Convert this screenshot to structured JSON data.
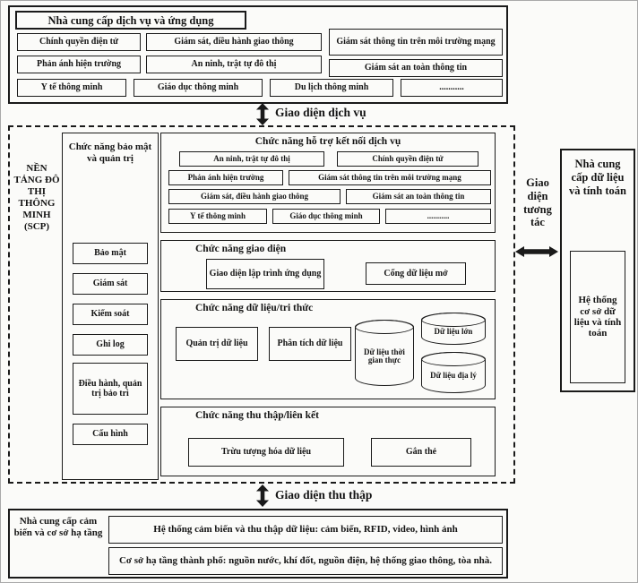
{
  "providers": {
    "title": "Nhà cung cấp dịch vụ và ứng dụng",
    "items": {
      "r1c1": "Chính quyền điện tử",
      "r1c2": "Giám sát, điều hành giao thông",
      "r1c3": "Giám sát thông tin trên môi trường mạng",
      "r2c1": "Phản ánh hiện trường",
      "r2c2": "An ninh, trật tự đô thị",
      "r2c3": "Giám sát an toàn thông tin",
      "r3c1": "Y tế thông minh",
      "r3c2": "Giáo dục thông minh",
      "r3c3": "Du lịch thông minh",
      "r3c4": "..........."
    }
  },
  "interfaces": {
    "service": "Giao diện dịch vụ",
    "interaction": "Giao diện tương tác",
    "collection": "Giao diện thu thập"
  },
  "platform": {
    "name": "NỀN TẢNG ĐÔ THỊ THÔNG MINH (SCP)",
    "security": {
      "title": "Chức năng bảo mật và quản trị",
      "items": [
        "Bảo mật",
        "Giám sát",
        "Kiểm soát",
        "Ghi log",
        "Điều hành, quản trị bảo trì",
        "Cấu hình"
      ]
    },
    "connect": {
      "title": "Chức năng hỗ trợ kết nối dịch vụ",
      "items": [
        "An ninh, trật tự đô thị",
        "Chính quyền điện tử",
        "Phản ánh hiện trường",
        "Giám sát thông tin trên môi trường mạng",
        "Giám sát, điều hành giao thông",
        "Giám sát an toàn thông tin",
        "Y tế thông minh",
        "Giáo dục thông minh",
        "..........."
      ]
    },
    "interface": {
      "title": "Chức năng giao diện",
      "items": [
        "Giao diện lập trình ứng dụng",
        "Cổng dữ liệu mở"
      ]
    },
    "data": {
      "title": "Chức năng dữ liệu/tri thức",
      "boxes": [
        "Quản trị dữ liệu",
        "Phân tích dữ liệu"
      ],
      "stores": [
        "Dữ liệu thời gian thực",
        "Dữ liệu lớn",
        "Dữ liệu địa lý"
      ]
    },
    "collect": {
      "title": "Chức năng thu thập/liên kết",
      "items": [
        "Trừu tượng hóa dữ liệu",
        "Gắn thẻ"
      ]
    }
  },
  "data_provider": {
    "title": "Nhà cung cấp dữ liệu và tính toán",
    "system": "Hệ thống cơ sở dữ liệu và tính toán"
  },
  "infrastructure": {
    "title": "Nhà cung cấp cảm biến và cơ sở hạ tầng",
    "rows": [
      "Hệ thống cảm biến và thu thập dữ liệu: cảm biến, RFID, video, hình ảnh",
      "Cơ sở hạ tầng thành phố: nguồn nước, khí đốt, nguồn điện, hệ thống giao thông, tòa nhà."
    ]
  }
}
